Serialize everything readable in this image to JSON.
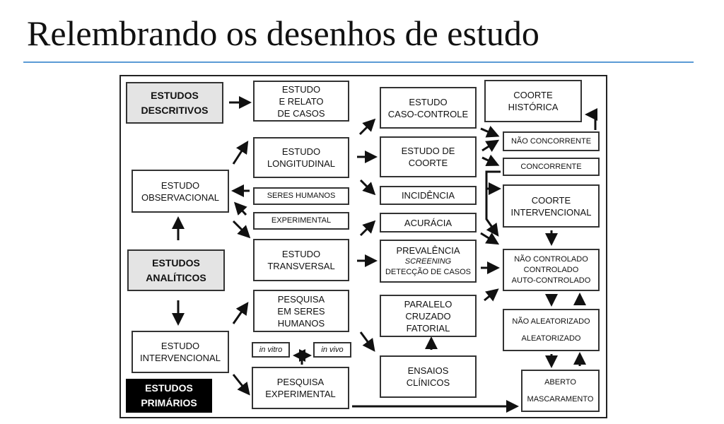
{
  "title": "Relembrando os desenhos de estudo",
  "diagram": {
    "descritivos": "ESTUDOS\nDESCRITIVOS",
    "relato": "ESTUDO\nE RELATO\nDE CASOS",
    "caso_controle": "ESTUDO\nCASO-CONTROLE",
    "coorte_historica": "COORTE\nHISTÓRICA",
    "nao_concorrente": "NÃO CONCORRENTE",
    "concorrente": "CONCORRENTE",
    "longitudinal": "ESTUDO\nLONGITUDINAL",
    "estudo_coorte": "ESTUDO DE\nCOORTE",
    "observacional": "ESTUDO\nOBSERVACIONAL",
    "seres_humanos": "SERES HUMANOS",
    "experimental": "EXPERIMENTAL",
    "incidencia": "INCIDÊNCIA",
    "acuracia": "ACURÁCIA",
    "coorte_intervencional": "COORTE\nINTERVENCIONAL",
    "analiticos": "ESTUDOS\nANALÍTICOS",
    "transversal": "ESTUDO\nTRANSVERSAL",
    "prevalencia": "PREVALÊNCIA",
    "screening": "SCREENING",
    "deteccao": "DETECÇÃO DE CASOS",
    "controle_tipos": "NÃO CONTROLADO\nCONTROLADO\nAUTO-CONTROLADO",
    "pesquisa_seres_humanos": "PESQUISA\nEM SERES\nHUMANOS",
    "paralelo": "PARALELO\nCRUZADO\nFATORIAL",
    "aleatorizacao": "NÃO ALEATORIZADO\n\nALEATORIZADO",
    "intervencional": "ESTUDO\nINTERVENCIONAL",
    "in_vitro": "in vitro",
    "in_vivo": "in vivo",
    "pesquisa_experimental": "PESQUISA\nEXPERIMENTAL",
    "ensaios": "ENSAIOS\nCLÍNICOS",
    "mascaramento": "ABERTO\n\nMASCARAMENTO",
    "primarios": "ESTUDOS\nPRIMÁRIOS"
  }
}
